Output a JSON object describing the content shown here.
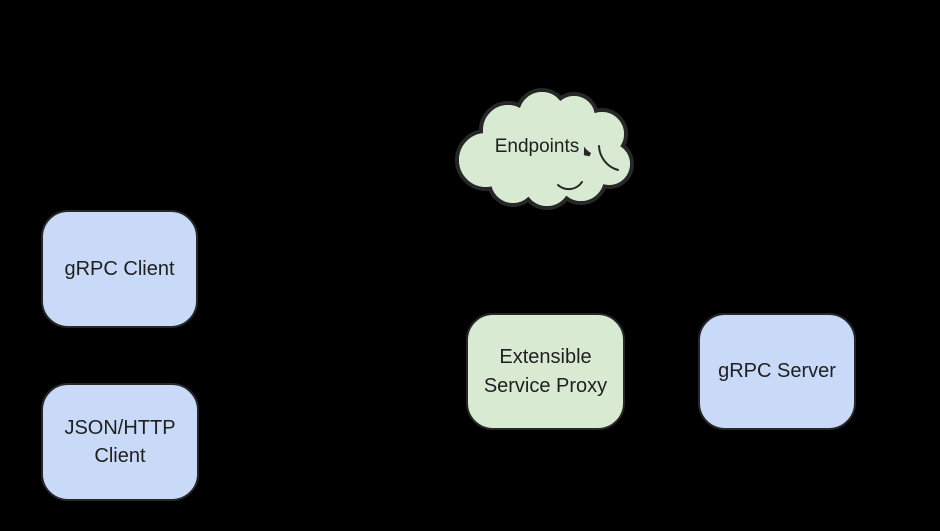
{
  "colors": {
    "background": "#000000",
    "outline": "#272727",
    "text": "#1f1f1f",
    "client_blue": "#c9daf8",
    "service_green": "#d9ead3"
  },
  "nodes": {
    "endpoints_cloud": {
      "label": "Endpoints",
      "shape": "cloud",
      "fill": "#d9ead3"
    },
    "grpc_client": {
      "label": "gRPC Client",
      "shape": "rounded-rectangle",
      "fill": "#c9daf8"
    },
    "json_http_client": {
      "label": "JSON/HTTP Client",
      "shape": "rounded-rectangle",
      "fill": "#c9daf8"
    },
    "extensible_service_proxy": {
      "label": "Extensible Service Proxy",
      "shape": "rounded-rectangle",
      "fill": "#d9ead3"
    },
    "grpc_server": {
      "label": "gRPC Server",
      "shape": "rounded-rectangle",
      "fill": "#c9daf8"
    }
  }
}
